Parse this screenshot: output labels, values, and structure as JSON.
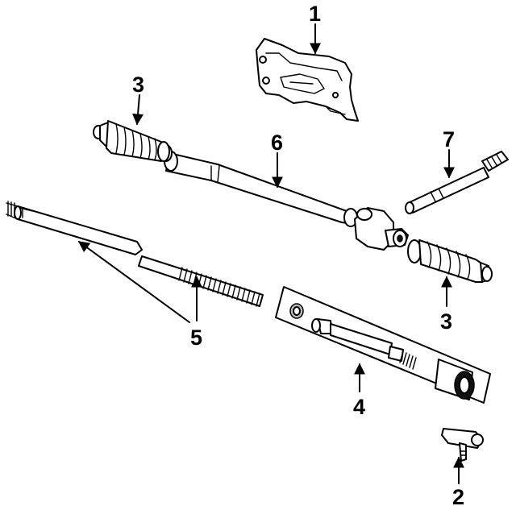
{
  "callouts": {
    "c1": "1",
    "c2": "2",
    "c3_top": "3",
    "c3_right": "3",
    "c4": "4",
    "c5": "5",
    "c6": "6",
    "c7": "7"
  },
  "colors": {
    "ink": "#000000",
    "paper": "#ffffff",
    "shade": "#bdbdbd"
  }
}
